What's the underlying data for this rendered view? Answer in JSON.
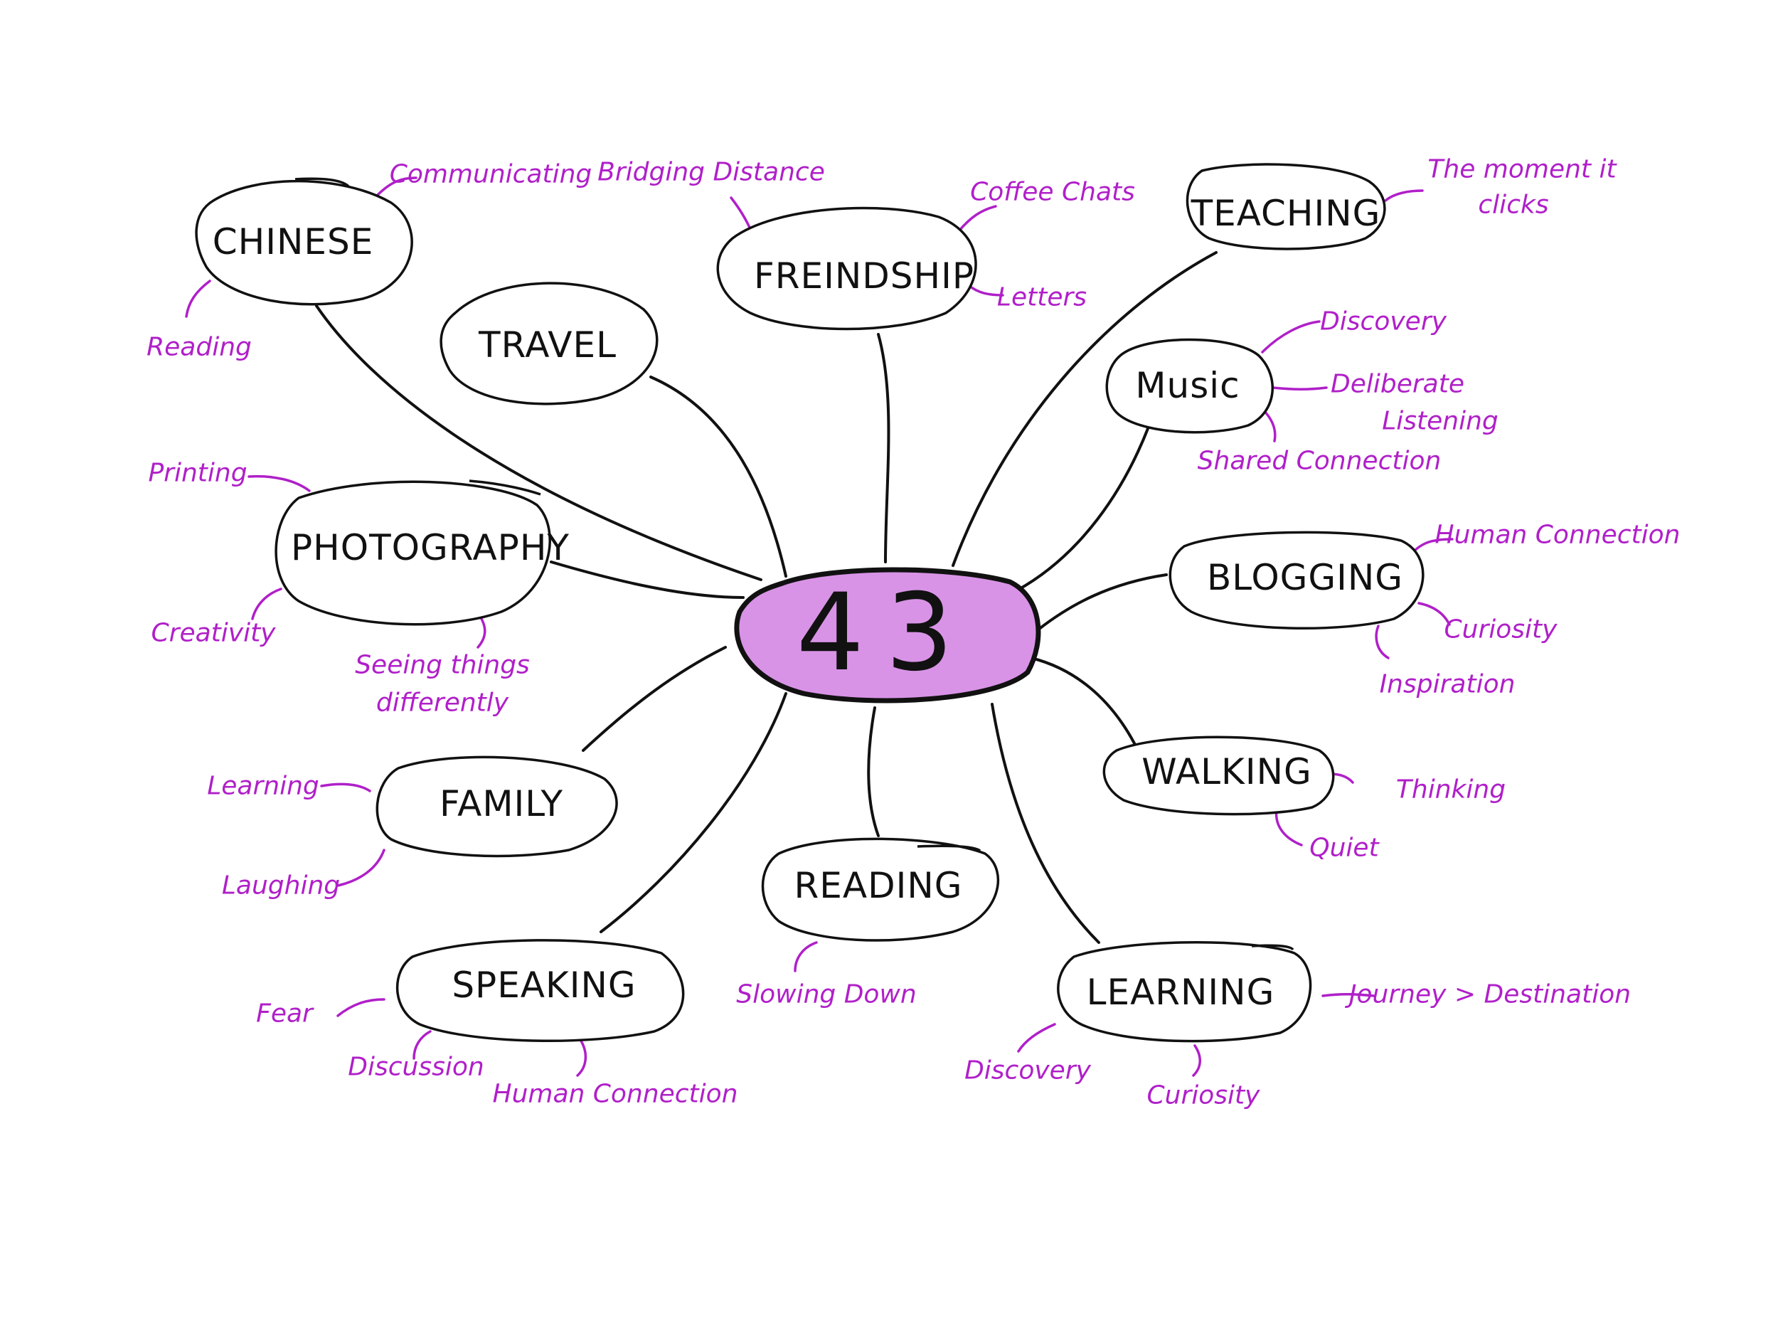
{
  "colors": {
    "ink": "#111111",
    "accent": "#b01fc9",
    "center_fill": "#d893e6"
  },
  "center": {
    "label": "43"
  },
  "topics": [
    {
      "key": "chinese",
      "label": "CHINESE",
      "subs": [
        "Communicating",
        "Reading"
      ]
    },
    {
      "key": "travel",
      "label": "TRAVEL",
      "subs": []
    },
    {
      "key": "freindship",
      "label": "FREINDSHIP",
      "subs": [
        "Bridging Distance",
        "Coffee Chats",
        "Letters"
      ]
    },
    {
      "key": "teaching",
      "label": "TEACHING",
      "subs": [
        "The moment it",
        "clicks"
      ]
    },
    {
      "key": "music",
      "label": "Music",
      "subs": [
        "Discovery",
        "Deliberate",
        "Listening",
        "Shared Connection"
      ]
    },
    {
      "key": "photography",
      "label": "PHOTOGRAPHY",
      "subs": [
        "Printing",
        "Creativity",
        "Seeing things",
        "differently"
      ]
    },
    {
      "key": "blogging",
      "label": "BLOGGING",
      "subs": [
        "Human Connection",
        "Curiosity",
        "Inspiration"
      ]
    },
    {
      "key": "walking",
      "label": "WALKING",
      "subs": [
        "Thinking",
        "Quiet"
      ]
    },
    {
      "key": "family",
      "label": "FAMILY",
      "subs": [
        "Learning",
        "Laughing"
      ]
    },
    {
      "key": "reading",
      "label": "READING",
      "subs": [
        "Slowing Down"
      ]
    },
    {
      "key": "speaking",
      "label": "SPEAKING",
      "subs": [
        "Fear",
        "Discussion",
        "Human Connection"
      ]
    },
    {
      "key": "learning",
      "label": "LEARNING",
      "subs": [
        "Discovery",
        "Curiosity",
        "Journey > Destination"
      ]
    }
  ]
}
